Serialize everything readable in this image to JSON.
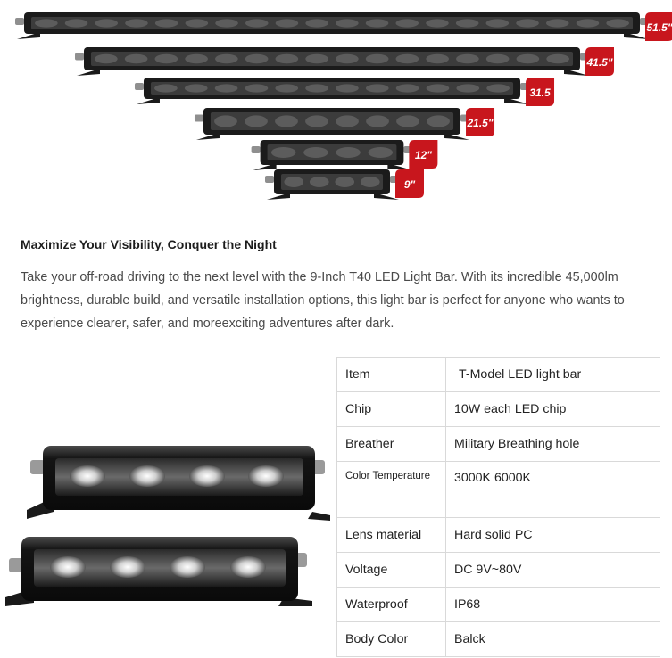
{
  "bars": {
    "lengths": [
      {
        "label": "51.5\"",
        "inches": 51.5
      },
      {
        "label": "41.5\"",
        "inches": 41.5
      },
      {
        "label": "31.5",
        "inches": 31.5
      },
      {
        "label": "21.5\"",
        "inches": 21.5
      },
      {
        "label": "12\"",
        "inches": 12
      },
      {
        "label": "9\"",
        "inches": 9
      }
    ],
    "badge_color": "#c8161d",
    "bar_color": "#1b1b1b"
  },
  "article": {
    "headline": "Maximize Your Visibility, Conquer the Night",
    "description": "Take your off-road driving to the next level with the 9-Inch T40 LED Light Bar. With its incredible 45,000lm brightness, durable build, and versatile installation options, this light bar is perfect for anyone who wants to experience clearer, safer, and moreexciting adventures after dark."
  },
  "specs": [
    {
      "label": "Item",
      "value": "T-Model LED light bar"
    },
    {
      "label": "Chip",
      "value": "10W each LED chip"
    },
    {
      "label": "Breather",
      "value": "Military Breathing hole"
    },
    {
      "label": "Color Temperature",
      "value": "3000K 6000K"
    },
    {
      "label": "Lens material",
      "value": "Hard solid PC"
    },
    {
      "label": "Voltage",
      "value": "DC 9V~80V"
    },
    {
      "label": "Waterproof",
      "value": "IP68"
    },
    {
      "label": "Body Color",
      "value": "Balck"
    }
  ]
}
